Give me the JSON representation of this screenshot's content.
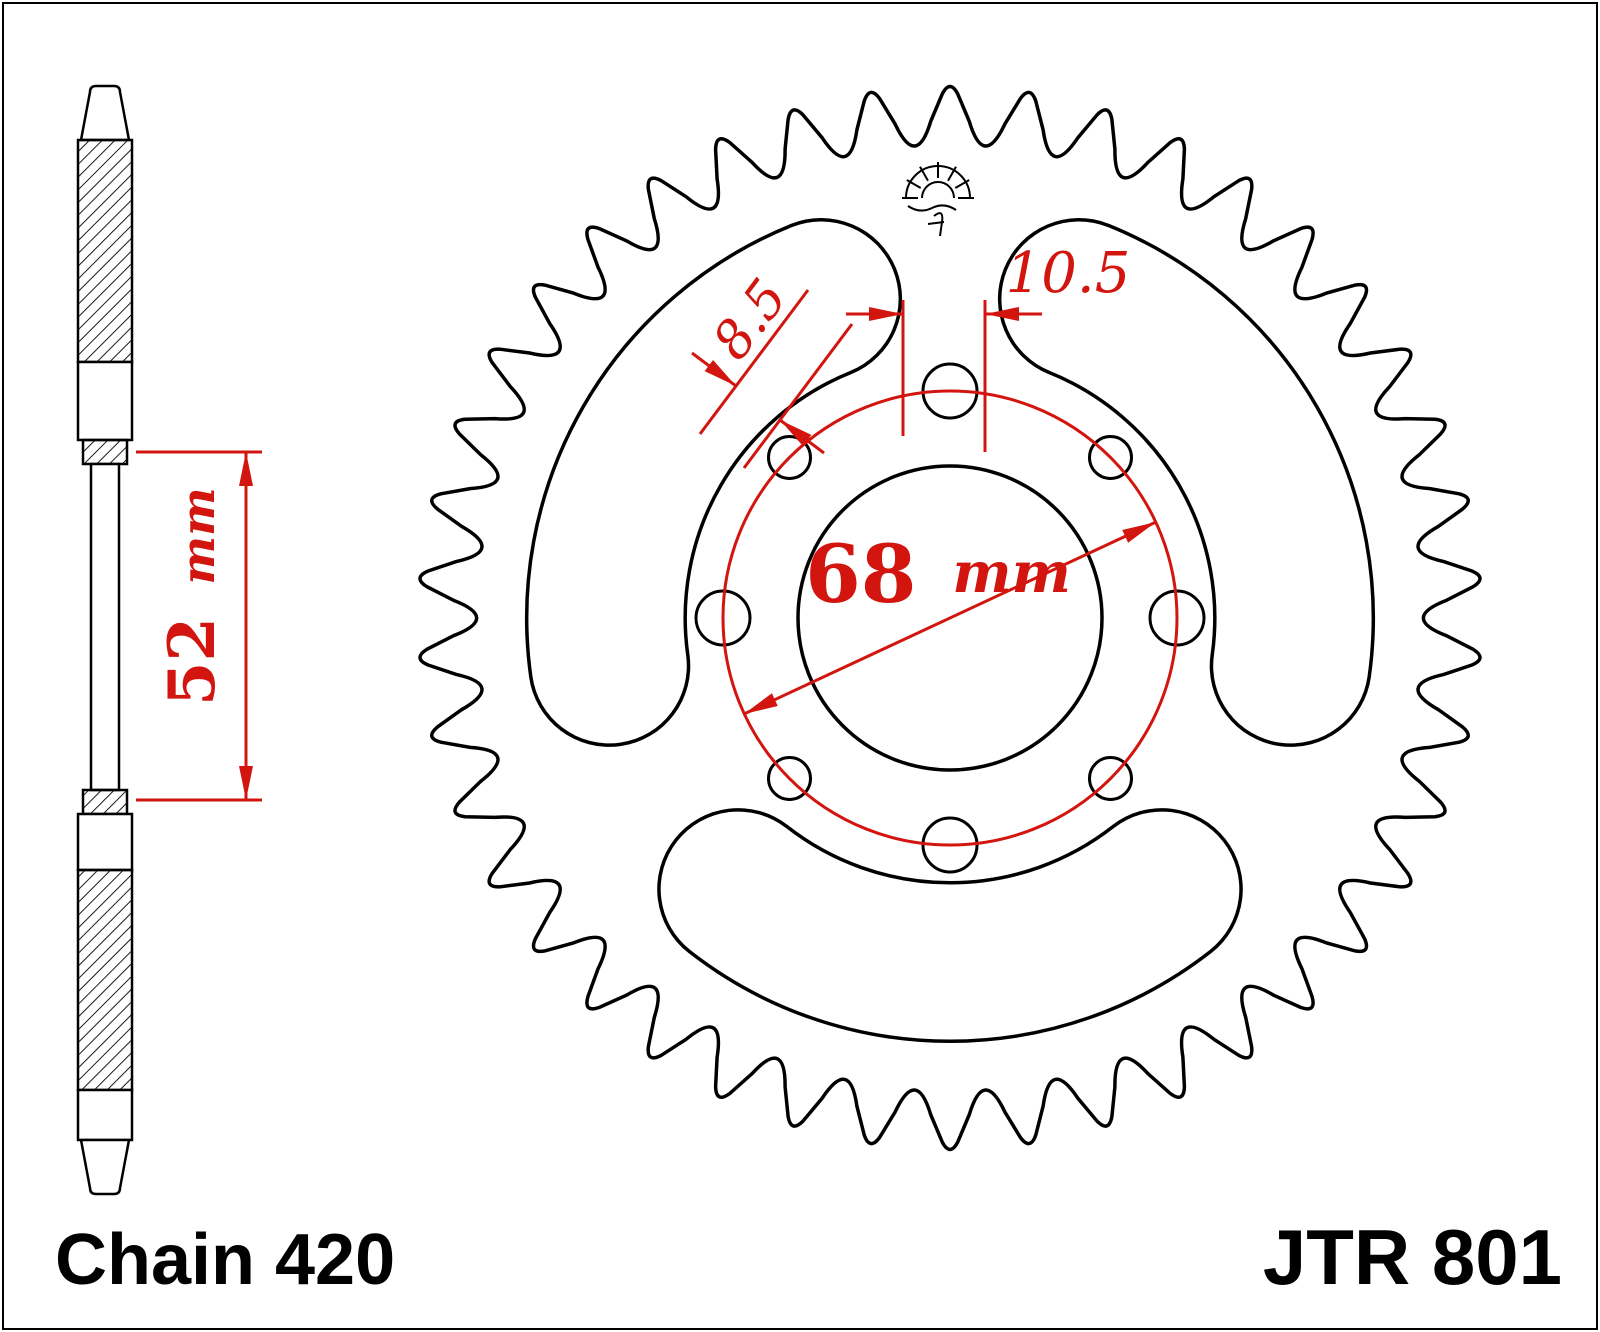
{
  "footer": {
    "chain_label": "Chain 420",
    "part_number": "JTR 801"
  },
  "annotations": {
    "color": "#d2150e",
    "hub_width": {
      "value": "52",
      "unit": "mm"
    },
    "spoke_hole_diameter": {
      "value": "8.5"
    },
    "bolt_hole_diameter": {
      "value": "10.5"
    },
    "bolt_circle_diameter": {
      "value": "68",
      "unit": "mm"
    }
  },
  "colors": {
    "line": "#000000",
    "background": "#ffffff"
  },
  "icons": {
    "brand": "jt-sun-logo"
  }
}
